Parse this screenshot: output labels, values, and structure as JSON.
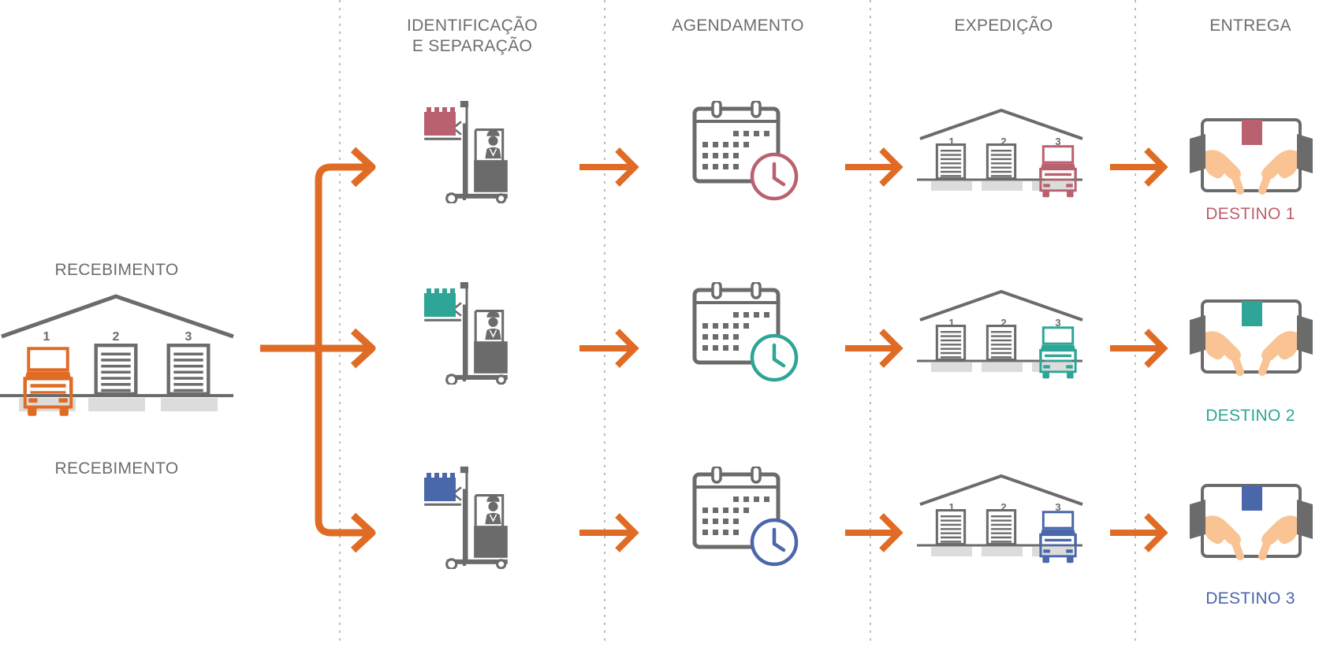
{
  "stages": {
    "recebimento_top": "RECEBIMENTO",
    "recebimento_bottom": "RECEBIMENTO",
    "identificacao_line1": "IDENTIFICAÇÃO",
    "identificacao_line2": "E SEPARAÇÃO",
    "agendamento": "AGENDAMENTO",
    "expedicao": "EXPEDIÇÃO",
    "entrega": "ENTREGA"
  },
  "warehouse": {
    "dock_numbers": [
      "1",
      "2",
      "3"
    ]
  },
  "destinations": [
    {
      "label": "DESTINO 1",
      "color": "#b9616e"
    },
    {
      "label": "DESTINO 2",
      "color": "#2ea597"
    },
    {
      "label": "DESTINO 3",
      "color": "#4a67aa"
    }
  ],
  "colors": {
    "arrow": "#e06b24",
    "icon_gray": "#6b6b6b",
    "text_gray": "#6d6d6d",
    "skin": "#f9c393",
    "divider": "#bdbdbd"
  },
  "icons": {
    "receiving_truck": "truck-icon",
    "forklift": "forklift-icon",
    "calendar": "calendar-clock-icon",
    "warehouse": "warehouse-icon",
    "delivery": "hands-package-icon"
  }
}
